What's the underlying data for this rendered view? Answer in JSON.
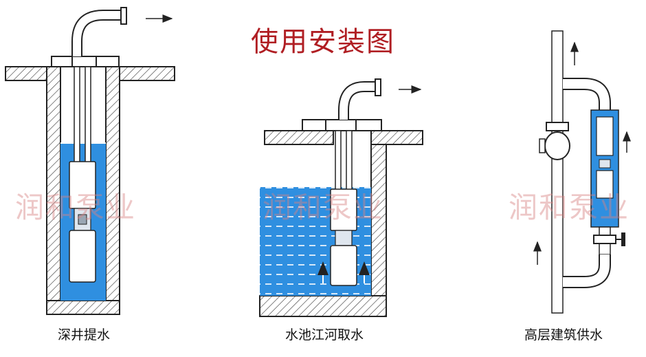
{
  "title": "使用安装图",
  "watermark": "润和泵业",
  "scenes": [
    {
      "caption": "深井提水"
    },
    {
      "caption": "水池江河取水"
    },
    {
      "caption": "高层建筑供水"
    }
  ],
  "colors": {
    "title": "#b01e23",
    "water": "#2f8fe0",
    "hatch": "#222222",
    "watermark": "#d68282"
  }
}
